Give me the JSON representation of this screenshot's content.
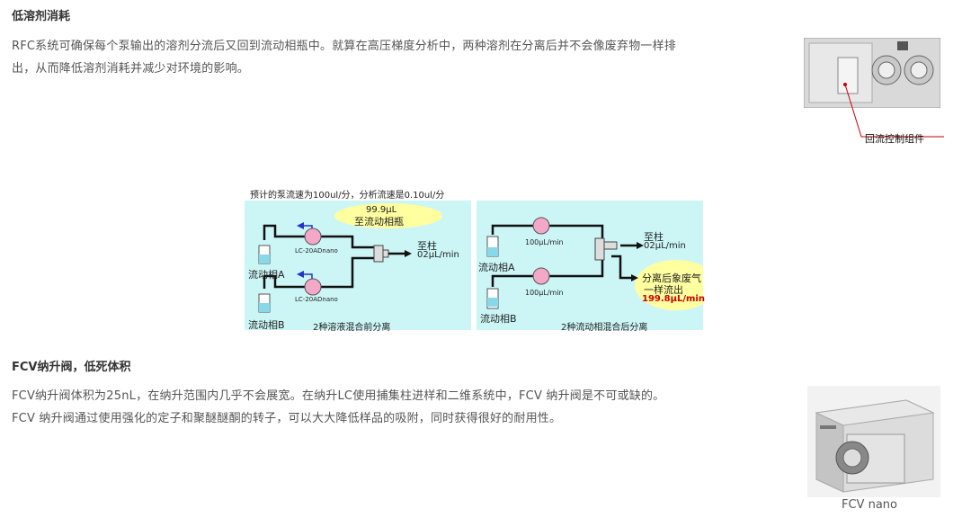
{
  "section1": {
    "heading": "低溶剂消耗",
    "line1": "RFC系统可确保每个泵输出的溶剂分流后又回到流动相瓶中。就算在高压梯度分析中，两种溶剂在分离后并不会像废弃物一样排",
    "line2": "出，从而降低溶剂消耗并减少对环境的影响。",
    "photo_label": "回流控制组件"
  },
  "diagram": {
    "caption": "预计的泵流速为100ul/分，分析流速是0.10ul/分",
    "left": {
      "bubble_top": "99.9μL",
      "bubble_bottom": "至流动相瓶",
      "pump1": "LC-20ADnano",
      "pump2": "LC-20ADnano",
      "bottle_a": "流动相A",
      "bottle_b": "流动相B",
      "to_column": "至柱",
      "flow": "02μL/min",
      "panel_caption": "2种溶液混合前分离"
    },
    "right": {
      "pump1": "100μL/min",
      "pump2": "100μL/min",
      "bottle_a": "流动相A",
      "bottle_b": "流动相B",
      "to_column": "至柱",
      "flow": "02μL/min",
      "waste_line1": "分离后象废气",
      "waste_line2": "一样流出",
      "waste_flow": "199.8μL/min",
      "panel_caption": "2种流动相混合后分离"
    }
  },
  "section2": {
    "heading": "FCV纳升阀，低死体积",
    "line1": "FCV纳升阀体积为25nL，在纳升范围内几乎不会展宽。在纳升LC使用捕集柱进样和二维系统中，FCV 纳升阀是不可或缺的。",
    "line2": "FCV 纳升阀通过使用强化的定子和聚醚醚酮的转子，可以大大降低样品的吸附，同时获得很好的耐用性。",
    "photo_caption": "FCV nano"
  },
  "colors": {
    "panel": "#ccf6f6",
    "bubble": "#ffffa0",
    "arrow_blue": "#2233cc",
    "pointer_red": "#cc0000",
    "waste_red": "#cc0000"
  }
}
